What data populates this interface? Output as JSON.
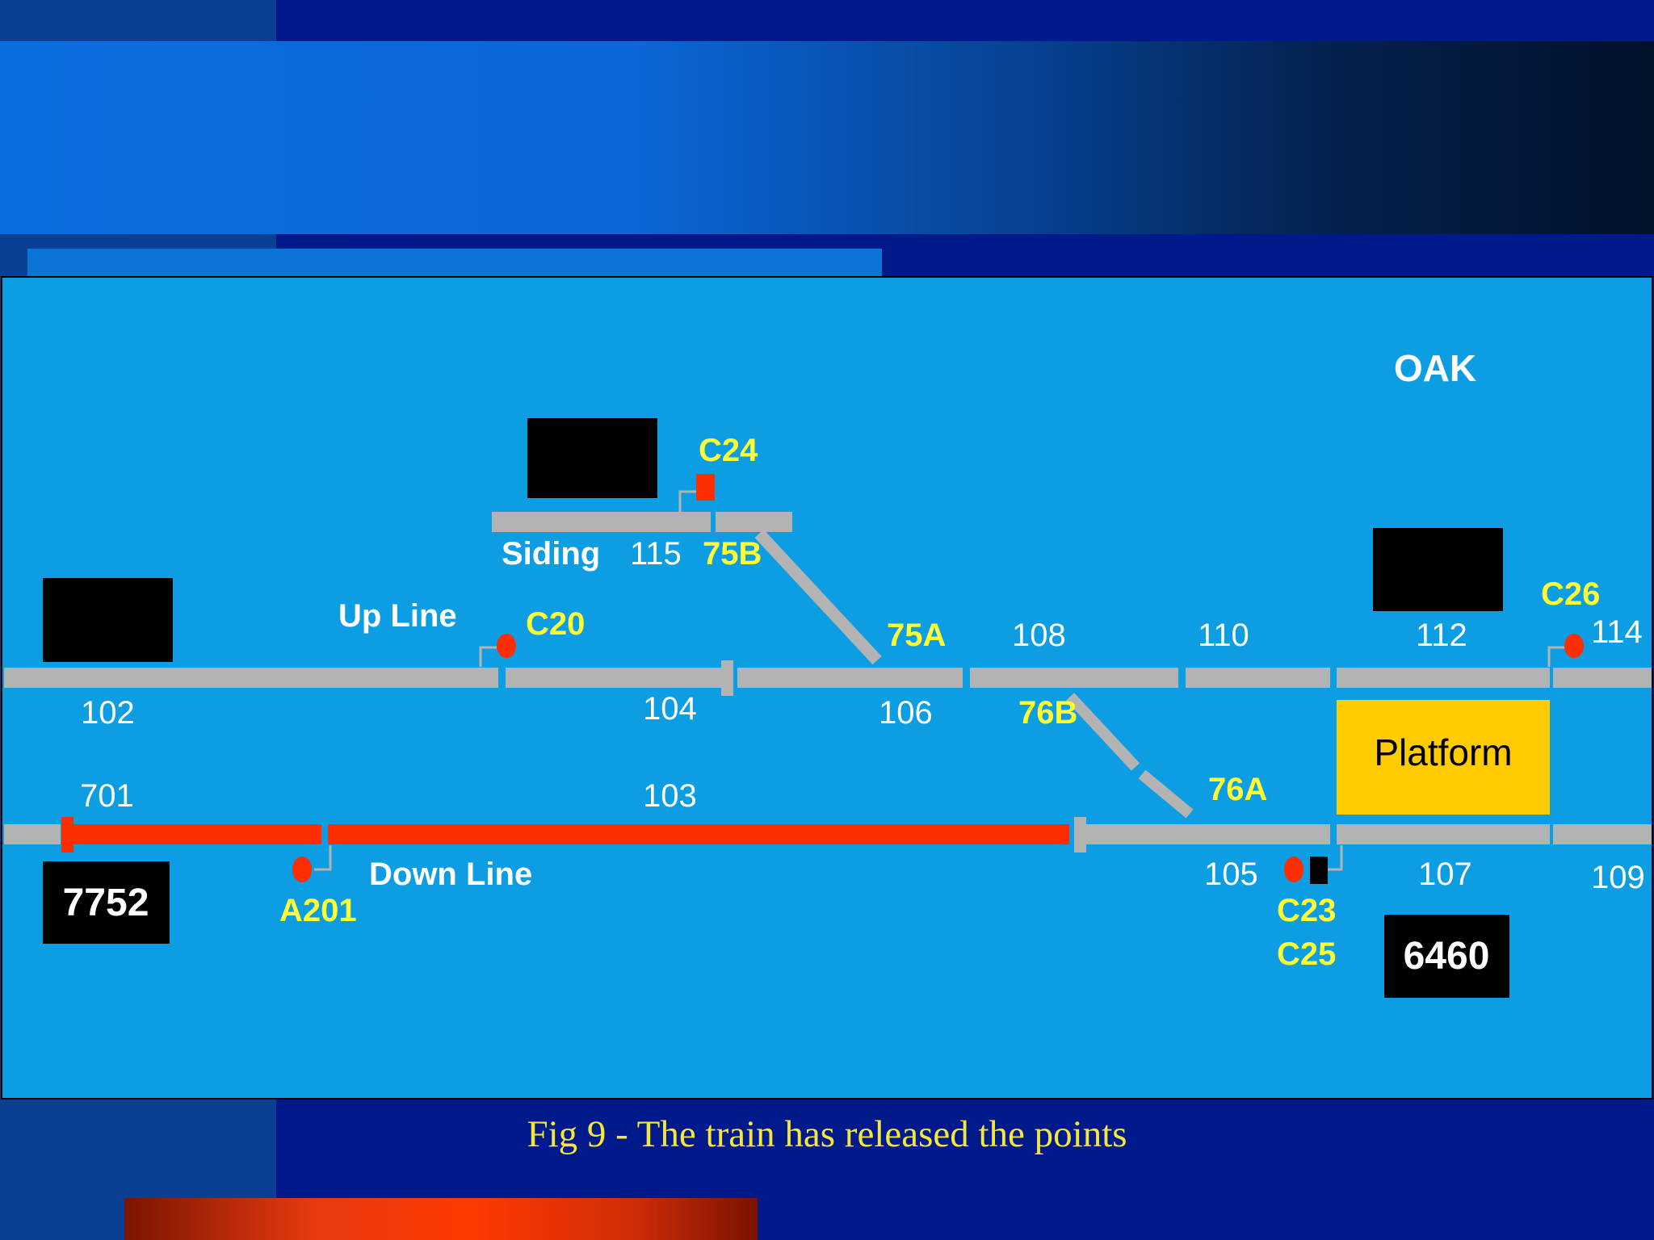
{
  "caption": "Fig 9 - The train has released the points",
  "station": "OAK",
  "lines": {
    "up": "Up Line",
    "down": "Down Line",
    "siding": "Siding",
    "platform": "Platform"
  },
  "track_circuits": {
    "t102": "102",
    "t104": "104",
    "t106": "106",
    "t108": "108",
    "t110": "110",
    "t112": "112",
    "t114": "114",
    "t115": "115",
    "t701": "701",
    "t103": "103",
    "t105": "105",
    "t107": "107",
    "t109": "109"
  },
  "points": {
    "p75a": "75A",
    "p75b": "75B",
    "p76a": "76A",
    "p76b": "76B"
  },
  "signals": {
    "c20": "C20",
    "c24": "C24",
    "c26": "C26",
    "a201": "A201",
    "c23": "C23",
    "c25": "C25"
  },
  "train_ids": {
    "left": "7752",
    "right": "6460"
  },
  "colors": {
    "panel": "#0c9de2",
    "track": "#b3b3b3",
    "occupied": "#ff2e00",
    "signal_red": "#ff2e00",
    "platform": "#ffcc00",
    "label_yellow": "#ffff33",
    "label_white": "#ffffff"
  }
}
